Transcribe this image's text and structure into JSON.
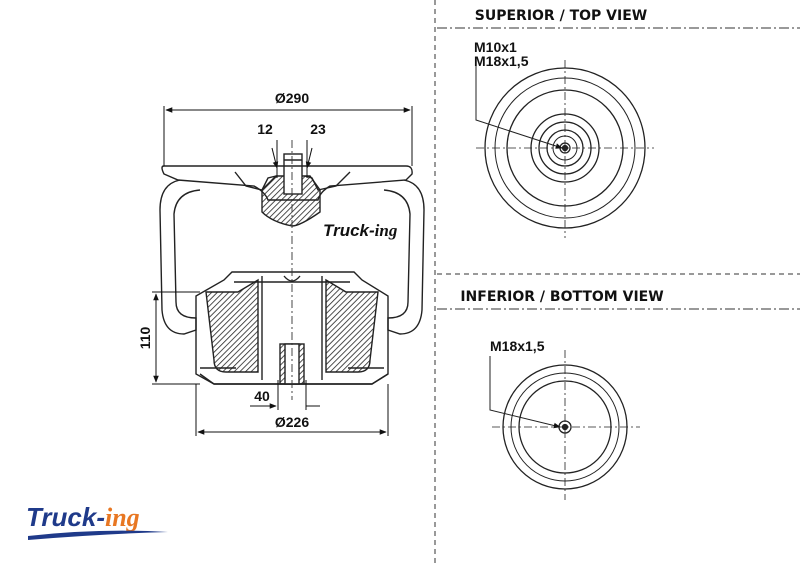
{
  "side_view": {
    "dim_top_diameter": "Ø290",
    "dim_top_small_left": "12",
    "dim_top_small_right": "23",
    "dim_height": "110",
    "dim_bottom_hole": "40",
    "dim_bottom_diameter": "Ø226",
    "body_logo": {
      "main": "Truck-",
      "accent": "ing"
    }
  },
  "top_view": {
    "heading": "SUPERIOR / TOP VIEW",
    "thread_1": "M10x1",
    "thread_2": "M18x1,5"
  },
  "bottom_view": {
    "heading": "INFERIOR / BOTTOM VIEW",
    "thread_1": "M18x1,5"
  },
  "logo": {
    "main": "Truck-",
    "accent": "ing",
    "main_color": "#1f3a8a",
    "accent_color": "#e87722"
  }
}
